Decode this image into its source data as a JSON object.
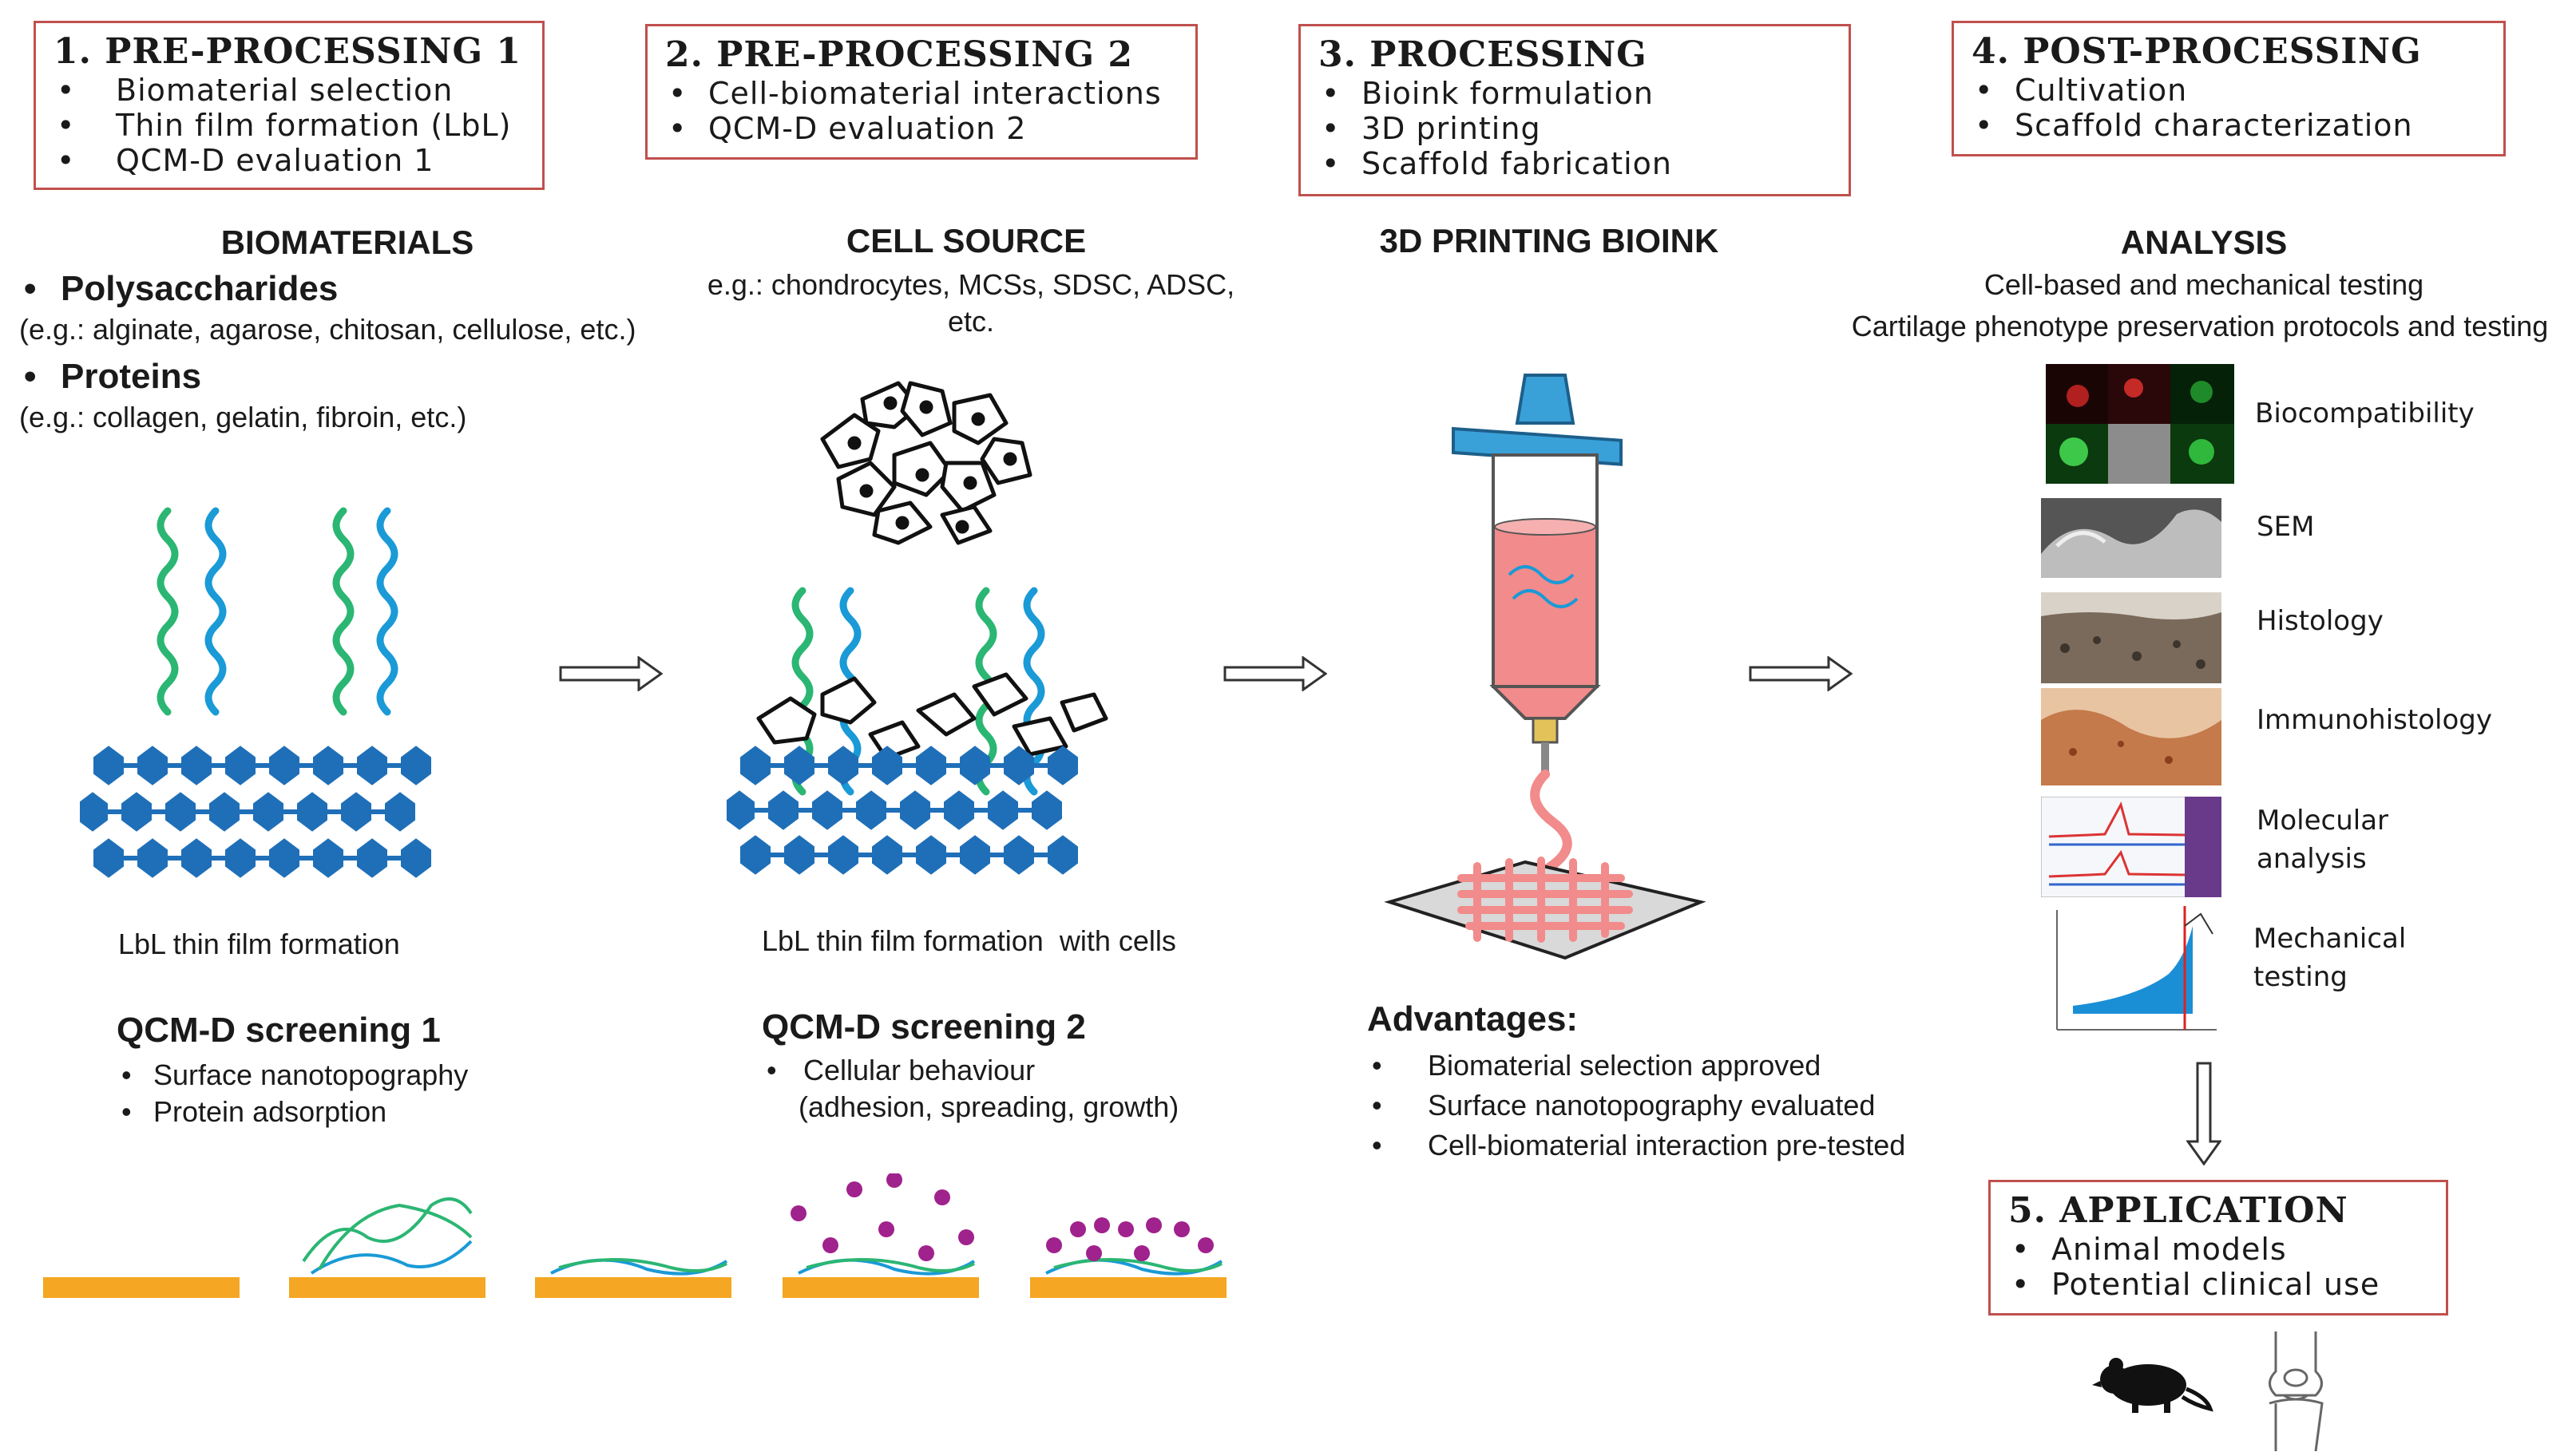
{
  "steps": [
    {
      "title": "1. PRE-PROCESSING 1",
      "items": [
        "Biomaterial selection",
        "Thin film formation (LbL)",
        "QCM-D evaluation 1"
      ]
    },
    {
      "title": "2. PRE-PROCESSING 2",
      "items": [
        "Cell-biomaterial interactions",
        "QCM-D evaluation 2"
      ]
    },
    {
      "title": "3. PROCESSING",
      "items": [
        "Bioink formulation",
        "3D printing",
        "Scaffold fabrication"
      ]
    },
    {
      "title": "4. POST-PROCESSING",
      "items": [
        "Cultivation",
        "Scaffold characterization"
      ]
    },
    {
      "title": "5. APPLICATION",
      "items": [
        "Animal models",
        "Potential clinical use"
      ]
    }
  ],
  "biomaterials": {
    "title": "BIOMATERIALS",
    "polysaccharides": "Polysaccharides",
    "polysaccharides_eg": "(e.g.: alginate, agarose, chitosan, cellulose, etc.)",
    "proteins": "Proteins",
    "proteins_eg": "(e.g.: collagen, gelatin, fibroin, etc.)",
    "caption": "LbL thin film formation",
    "screening_title": "QCM-D screening 1",
    "screening_items": [
      "Surface nanotopography",
      "Protein adsorption"
    ]
  },
  "cell_source": {
    "title": "CELL SOURCE",
    "eg": "e.g.: chondrocytes, MCSs, SDSC, ADSC, etc.",
    "caption": "LbL thin film formation  with cells",
    "screening_title": "QCM-D screening 2",
    "screening_items": [
      "Cellular behaviour",
      "(adhesion, spreading, growth)"
    ]
  },
  "bioink": {
    "title": "3D PRINTING BIOINK",
    "advantages_title": "Advantages:",
    "advantages": [
      "Biomaterial selection approved",
      "Surface nanotopography  evaluated",
      "Cell-biomaterial interaction pre-tested"
    ]
  },
  "analysis": {
    "title": "ANALYSIS",
    "subtitle1": "Cell-based and mechanical testing",
    "subtitle2": "Cartilage phenotype preservation protocols and testing",
    "items": [
      {
        "label": "Biocompatibility"
      },
      {
        "label": "SEM"
      },
      {
        "label": "Histology"
      },
      {
        "label": "Immunohistology"
      },
      {
        "label": "Molecular",
        "label2": "analysis"
      },
      {
        "label": "Mechanical",
        "label2": "testing"
      }
    ]
  },
  "colors": {
    "border": "#c0504d",
    "hexagon": "#1f6fb8",
    "strand_green": "#2bb673",
    "strand_blue": "#1a9ad6",
    "substrate": "#f5a623",
    "cell_dot": "#a0228c",
    "bioink": "#f28b8b",
    "cap": "#3aa0d8"
  },
  "icons": [
    "arrow-right-icon",
    "arrow-down-icon",
    "mouse-icon",
    "knee-joint-icon",
    "syringe-icon"
  ]
}
